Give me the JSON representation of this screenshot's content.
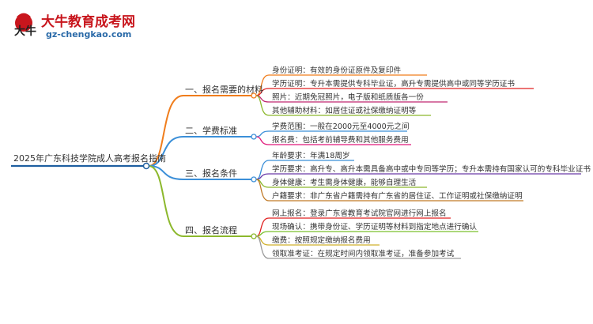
{
  "logo": {
    "name": "大牛教育成考网",
    "url": "gz-chengkao.com",
    "badge_text": "大牛"
  },
  "root": {
    "label": "2025年广东科技学院成人高考报名指南",
    "color": "#1f5fa0"
  },
  "branches": [
    {
      "label": "一、报名需要的材料",
      "color": "#f07d1c",
      "items": [
        {
          "label": "身份证明：有效的身份证原件及复印件",
          "color": "#f07d1c"
        },
        {
          "label": "学历证明：专升本需提供专科毕业证，高升专需提供高中或同等学历证书",
          "color": "#e02020"
        },
        {
          "label": "照片：近期免冠照片，电子版和纸质版各一份",
          "color": "#c02870"
        },
        {
          "label": "其他辅助材料：如居住证或社保缴纳证明等",
          "color": "#8cb82c"
        }
      ]
    },
    {
      "label": "二、学费标准",
      "color": "#3b8fd8",
      "items": [
        {
          "label": "学费范围：一般在2000元至4000元之间",
          "color": "#3b8fd8"
        },
        {
          "label": "报名费：包括考前辅导费和其他服务费用",
          "color": "#e0187a"
        }
      ]
    },
    {
      "label": "三、报名条件",
      "color": "#3b8fd8",
      "items": [
        {
          "label": "年龄要求：年满18周岁",
          "color": "#3b8fd8"
        },
        {
          "label": "学历要求：高升专、高升本需具备高中或中专同等学历；专升本需持有国家认可的专科毕业证书",
          "color": "#6a3aa8"
        },
        {
          "label": "身体健康：考生需身体健康，能够自理生活",
          "color": "#8cb82c"
        },
        {
          "label": "户籍要求：非广东省户籍需持有广东省的居住证、工作证明或社保缴纳证明",
          "color": "#c07a28"
        }
      ]
    },
    {
      "label": "四、报名流程",
      "color": "#8cb82c",
      "items": [
        {
          "label": "网上报名：登录广东省教育考试院官网进行网上报名",
          "color": "#e02020"
        },
        {
          "label": "现场确认：携带身份证、学历证明等材料到指定地点进行确认",
          "color": "#7ac02c"
        },
        {
          "label": "缴费：按照规定缴纳报名费用",
          "color": "#d0b02c"
        },
        {
          "label": "领取准考证：在规定时间内领取准考证，准备参加考试",
          "color": "#9a9a9a"
        }
      ]
    }
  ]
}
